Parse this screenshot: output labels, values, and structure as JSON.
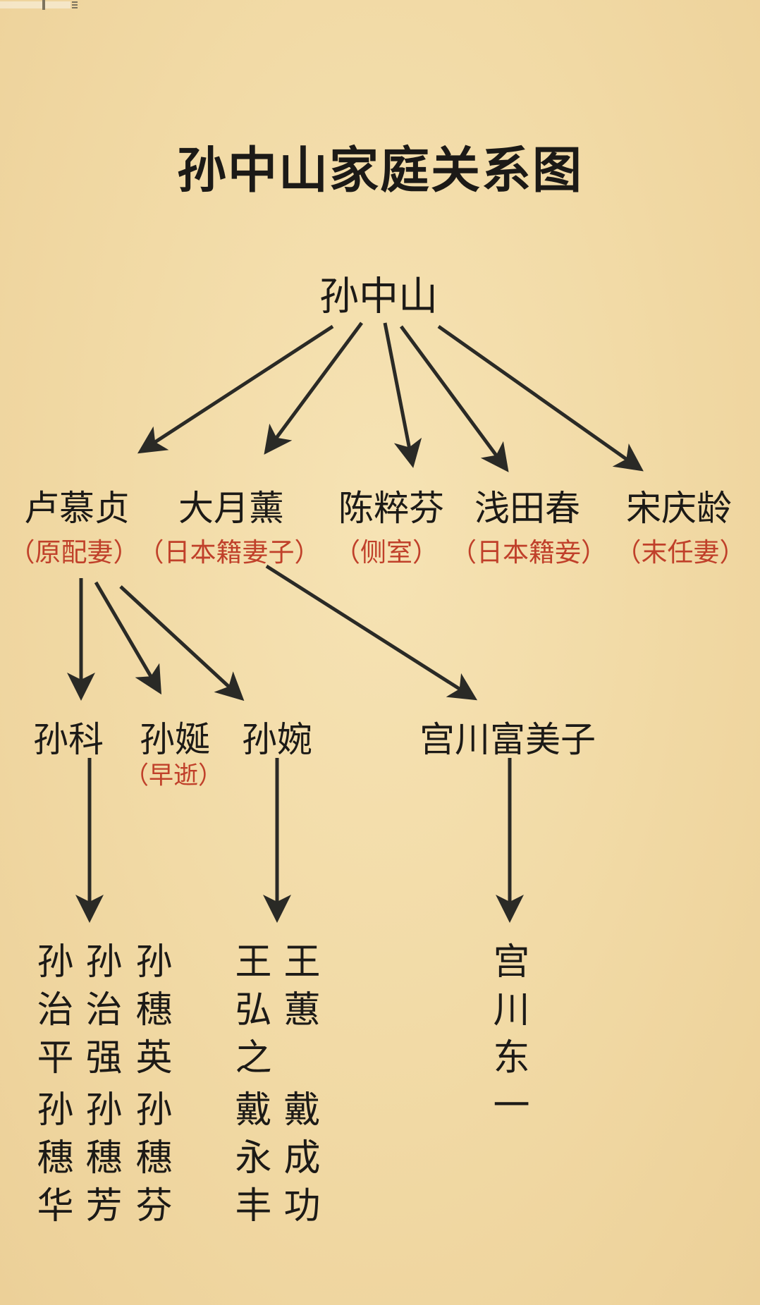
{
  "title": "孙中山家庭关系图",
  "root": "孙中山",
  "wives": [
    {
      "name": "卢慕贞",
      "role": "（原配妻）"
    },
    {
      "name": "大月薰",
      "role": "（日本籍妻子）"
    },
    {
      "name": "陈粹芬",
      "role": "（侧室）"
    },
    {
      "name": "浅田春",
      "role": "（日本籍妾）"
    },
    {
      "name": "宋庆龄",
      "role": "（末任妻）"
    }
  ],
  "children": [
    {
      "name": "孙科"
    },
    {
      "name": "孙娫",
      "note": "（早逝）"
    },
    {
      "name": "孙婉"
    },
    {
      "name": "宫川富美子"
    }
  ],
  "grandchildren": {
    "sun_ke": [
      "孙治平",
      "孙治强",
      "孙穗英",
      "孙穗华",
      "孙穗芳",
      "孙穗芬"
    ],
    "sun_wan": [
      "王弘之",
      "王蕙",
      "戴永丰",
      "戴成功"
    ],
    "miyagawa": [
      "宫川东一"
    ]
  },
  "colors": {
    "text": "#1c1a17",
    "role": "#c0402a",
    "arrow": "#2a2a26",
    "background": "#f1d9a4"
  }
}
